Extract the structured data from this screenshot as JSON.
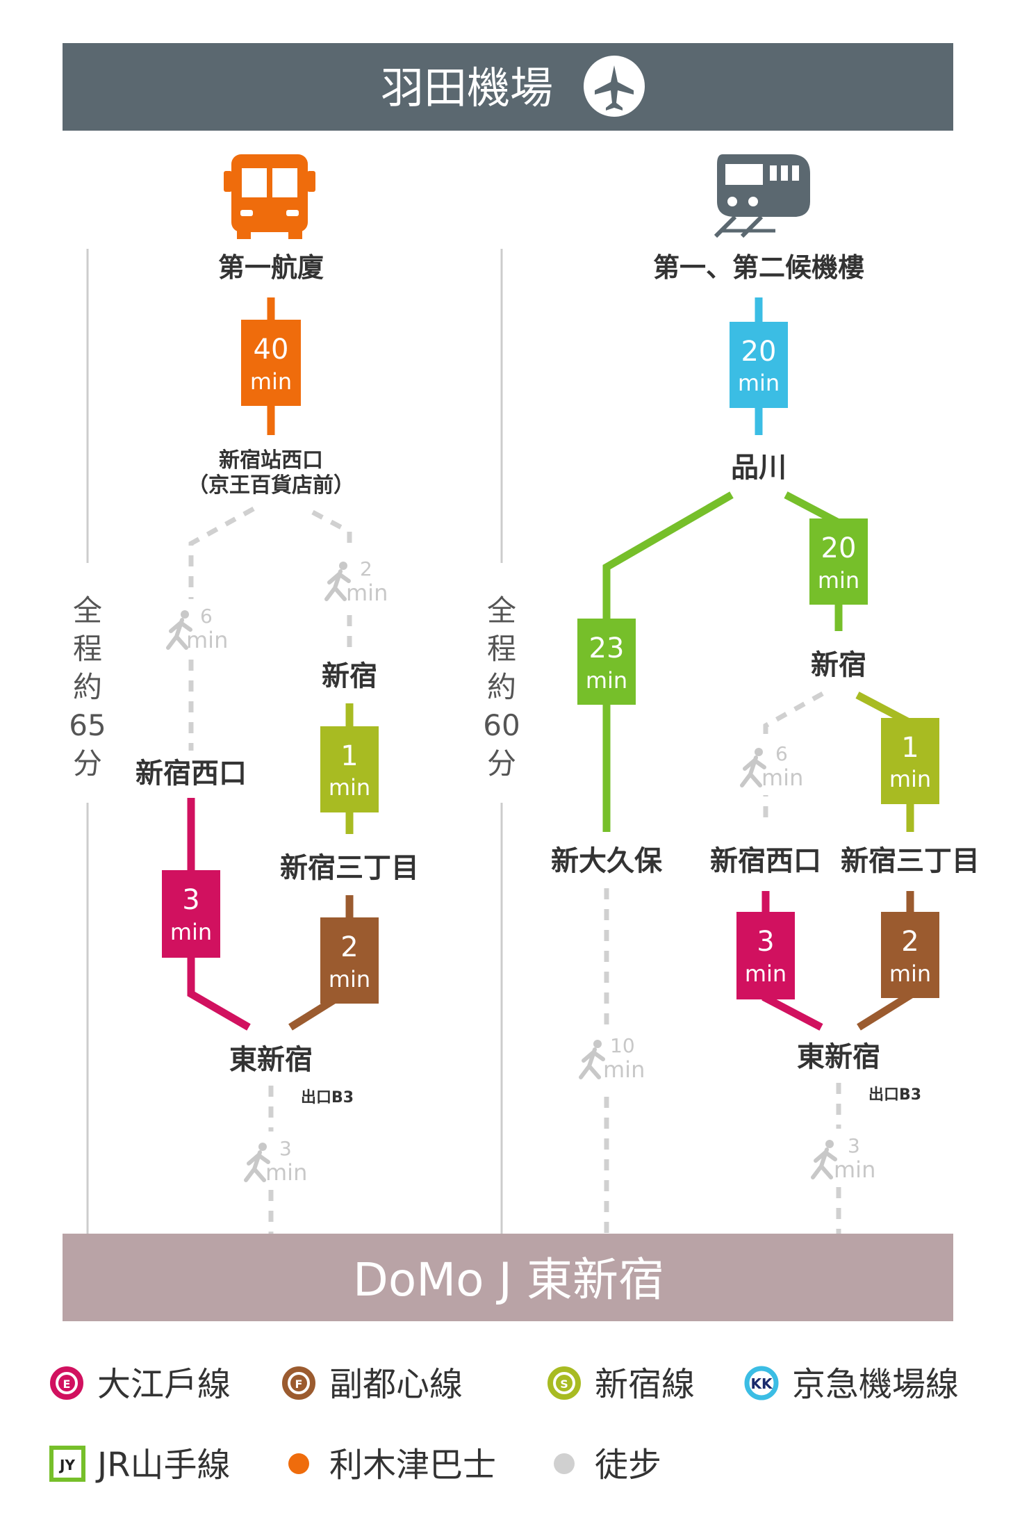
{
  "header": {
    "title": "羽田機場",
    "icon": "airplane-icon",
    "bg_color": "#5b6870"
  },
  "footer": {
    "title": "DoMo J 東新宿",
    "bg_color": "#b9a3a6"
  },
  "colors": {
    "bus": "#ef6c0c",
    "keikyu": "#3bbde4",
    "jr_yamanote": "#76bf2a",
    "shinjuku_line": "#a8bb22",
    "oedo": "#d1115f",
    "fukutoshin": "#9b5b2f",
    "walk": "#d0d0d0",
    "divider": "#cccccc"
  },
  "bus_route": {
    "icon": "bus-icon",
    "origin": "第一航廈",
    "bus_time": {
      "num": "40",
      "unit": "min"
    },
    "stop_line1": "新宿站西口",
    "stop_line2": "（京王百貨店前）",
    "walk_left": {
      "num": "6",
      "unit": "min"
    },
    "walk_right": {
      "num": "2",
      "unit": "min"
    },
    "station_shinjuku": "新宿",
    "station_nishi": "新宿西口",
    "shinjuku_line_time": {
      "num": "1",
      "unit": "min"
    },
    "station_sanchome": "新宿三丁目",
    "oedo_time": {
      "num": "3",
      "unit": "min"
    },
    "fukutoshin_time": {
      "num": "2",
      "unit": "min"
    },
    "station_higashi": "東新宿",
    "exit": "出口B3",
    "walk_final": {
      "num": "3",
      "unit": "min"
    },
    "total_chars": [
      "全",
      "程",
      "約",
      "65",
      "分"
    ]
  },
  "train_route": {
    "icon": "train-icon",
    "origin": "第一、第二候機樓",
    "keikyu_time": {
      "num": "20",
      "unit": "min"
    },
    "station_shinagawa": "品川",
    "jr_left_time": {
      "num": "23",
      "unit": "min"
    },
    "jr_right_time": {
      "num": "20",
      "unit": "min"
    },
    "station_shinjuku": "新宿",
    "walk_mid": {
      "num": "6",
      "unit": "min"
    },
    "shinjuku_line_time": {
      "num": "1",
      "unit": "min"
    },
    "station_shinokubo": "新大久保",
    "station_nishi": "新宿西口",
    "station_sanchome": "新宿三丁目",
    "oedo_time": {
      "num": "3",
      "unit": "min"
    },
    "fukutoshin_time": {
      "num": "2",
      "unit": "min"
    },
    "walk_long": {
      "num": "10",
      "unit": "min"
    },
    "station_higashi": "東新宿",
    "exit": "出口B3",
    "walk_final": {
      "num": "3",
      "unit": "min"
    },
    "total_chars": [
      "全",
      "程",
      "約",
      "60",
      "分"
    ]
  },
  "legend": [
    {
      "badge": "E",
      "label": "大江戶線",
      "color": "#d1115f",
      "icon": "oedo-line-badge-icon"
    },
    {
      "badge": "F",
      "label": "副都心線",
      "color": "#9b5b2f",
      "icon": "fukutoshin-line-badge-icon"
    },
    {
      "badge": "S",
      "label": "新宿線",
      "color": "#a8bb22",
      "icon": "shinjuku-line-badge-icon"
    },
    {
      "badge": "KK",
      "label": "京急機場線",
      "color": "#3bbde4",
      "icon": "keikyu-line-badge-icon"
    },
    {
      "badge": "JY",
      "label": "JR山手線",
      "color": "#76bf2a",
      "icon": "jr-yamanote-badge-icon"
    },
    {
      "badge": "",
      "label": "利木津巴士",
      "color": "#ef6c0c",
      "icon": "limousine-bus-dot-icon"
    },
    {
      "badge": "",
      "label": "徒步",
      "color": "#d0d0d0",
      "icon": "walk-dot-icon"
    }
  ]
}
